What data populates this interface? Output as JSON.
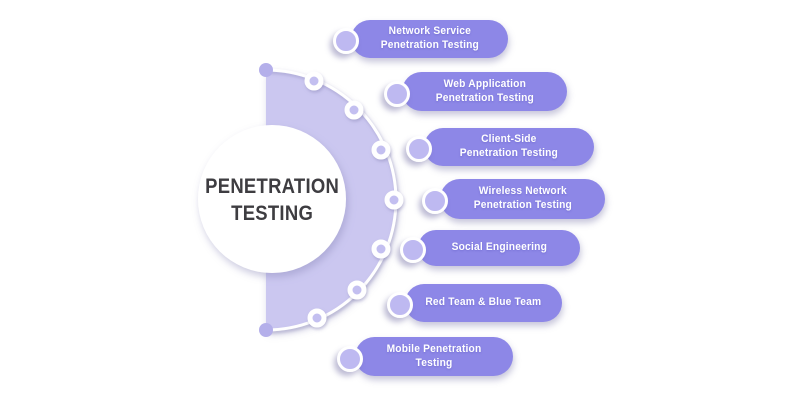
{
  "diagram": {
    "title": "PENETRATION TESTING",
    "items": [
      {
        "label": "Network Service\nPenetration Testing"
      },
      {
        "label": "Web Application\nPenetration Testing"
      },
      {
        "label": "Client-Side\nPenetration Testing"
      },
      {
        "label": "Wireless Network\nPenetration Testing"
      },
      {
        "label": "Social Engineering"
      },
      {
        "label": "Red Team & Blue Team"
      },
      {
        "label": "Mobile Penetration\nTesting"
      }
    ]
  },
  "colors": {
    "pill": "#8D87E7",
    "pill-dot": "#BEB9F1",
    "pill-text": "#FFFFFF",
    "crescent": "#CBC7F0",
    "node-fill": "#C3BFF0",
    "tip-dot": "#B4AFEA",
    "title-text": "#3E3D41"
  }
}
